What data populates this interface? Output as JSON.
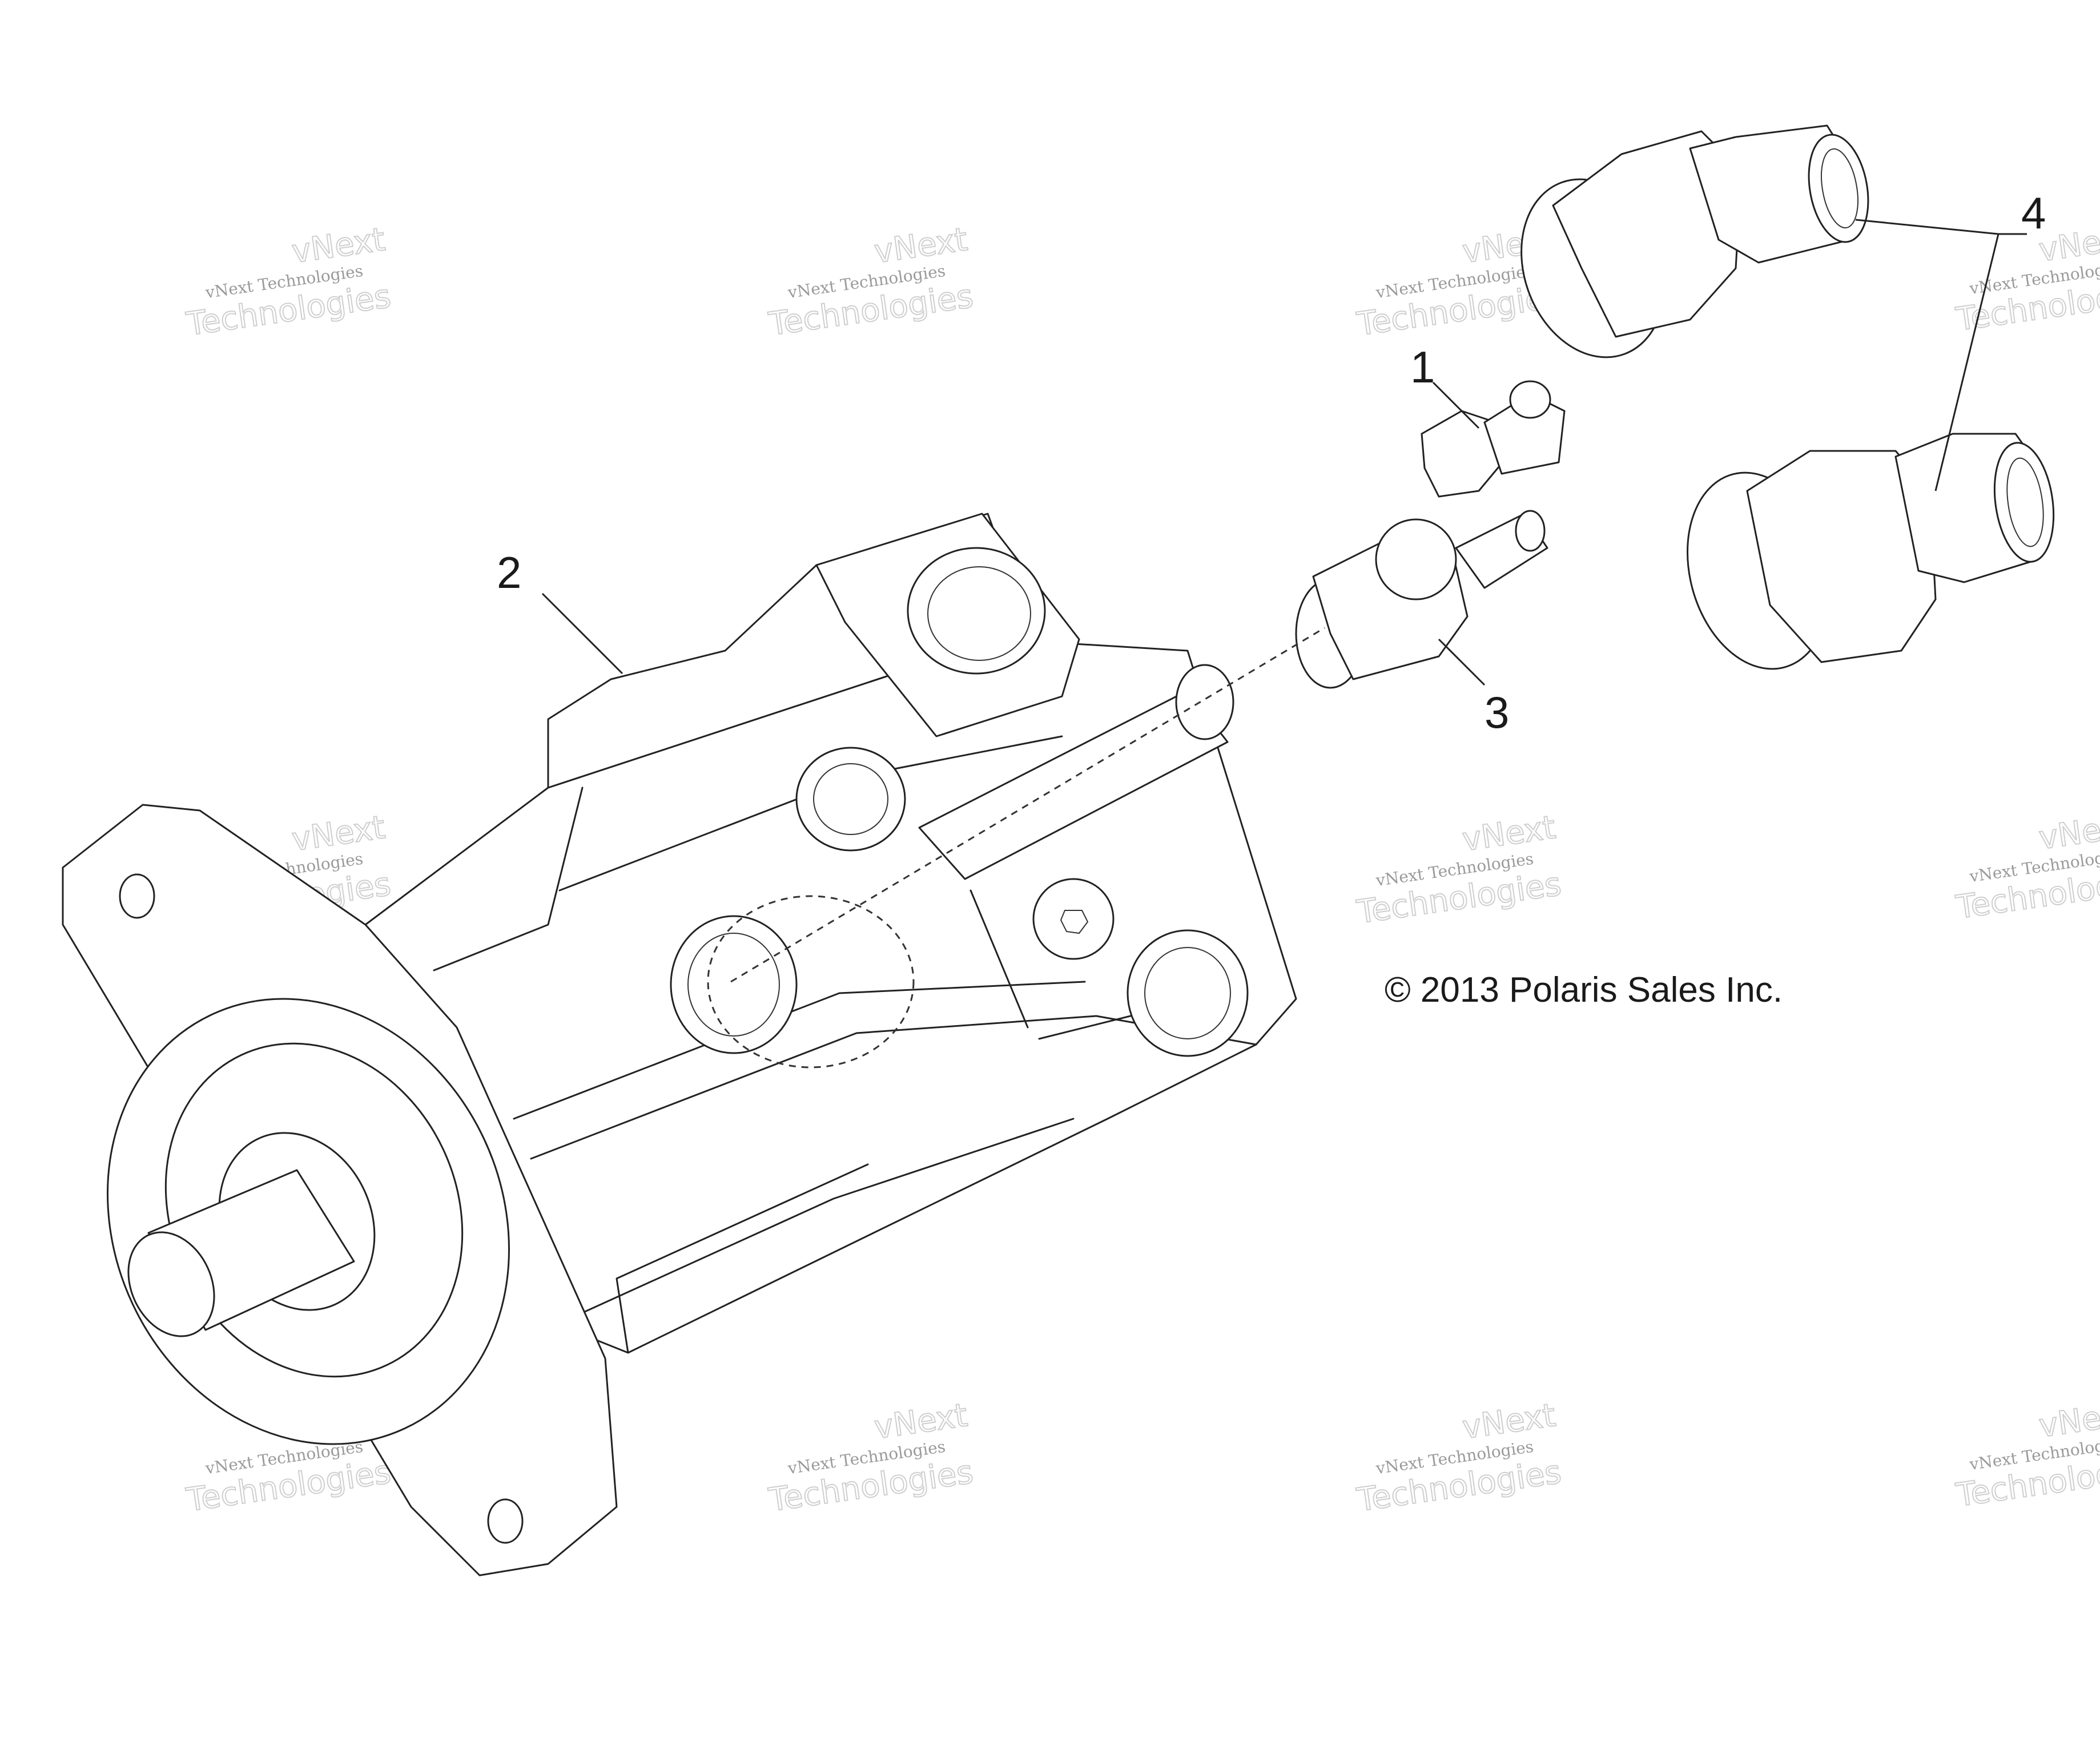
{
  "diagram": {
    "callouts": [
      {
        "id": "1",
        "label": "1"
      },
      {
        "id": "2",
        "label": "2"
      },
      {
        "id": "3",
        "label": "3"
      },
      {
        "id": "4",
        "label": "4"
      }
    ],
    "copyright": "© 2013 Polaris Sales Inc.",
    "watermark": {
      "line1": "vNext",
      "line2": "vNext Technologies",
      "line3": "Technologies"
    }
  }
}
